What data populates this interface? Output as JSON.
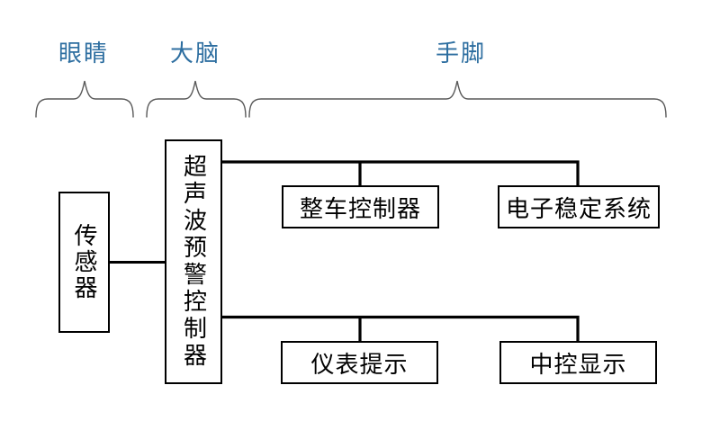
{
  "diagram": {
    "group_labels": {
      "eyes": "眼睛",
      "brain": "大脑",
      "hands_feet": "手脚"
    },
    "boxes": {
      "sensor": {
        "text": "传感器",
        "orientation": "vertical"
      },
      "controller": {
        "text": "超声波预警控制器",
        "orientation": "vertical"
      },
      "vehicle_controller": {
        "text": "整车控制器",
        "orientation": "horizontal"
      },
      "stability_system": {
        "text": "电子稳定系统",
        "orientation": "horizontal"
      },
      "instrument_prompt": {
        "text": "仪表提示",
        "orientation": "horizontal"
      },
      "center_display": {
        "text": "中控显示",
        "orientation": "horizontal"
      }
    },
    "colors": {
      "background": "#ffffff",
      "group_label_text": "#2d6ea0",
      "brace_stroke": "#595959",
      "connector_stroke": "#000000",
      "box_border": "#000000",
      "box_text": "#000000"
    }
  }
}
